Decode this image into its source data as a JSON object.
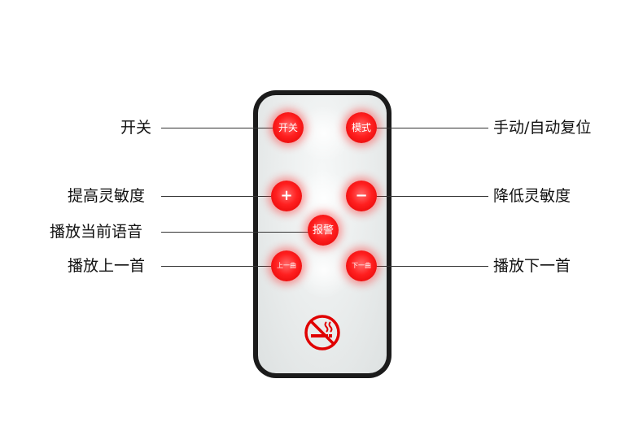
{
  "labels": {
    "power": "开关",
    "increase_sensitivity": "提高灵敏度",
    "play_current_voice": "播放当前语音",
    "play_previous": "播放上一首",
    "mode": "手动/自动复位",
    "decrease_sensitivity": "降低灵敏度",
    "play_next": "播放下一首"
  },
  "buttons": {
    "power": "开关",
    "mode": "模式",
    "plus": "+",
    "minus": "−",
    "alarm": "报警",
    "previous": "上一曲",
    "next": "下一曲"
  },
  "colors": {
    "button_red": "#ff2020",
    "remote_frame": "#1b1b1b",
    "remote_face": "#e9ecec",
    "no_smoking_sign": "#e00000"
  },
  "icons": {
    "no_smoking": "no-smoking-icon"
  }
}
